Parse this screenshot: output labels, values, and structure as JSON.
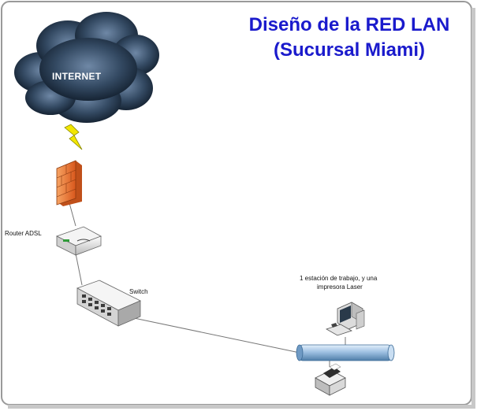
{
  "title": {
    "line1": "Diseño de la RED LAN",
    "line2": "(Sucursal Miami)"
  },
  "nodes": {
    "internet": "INTERNET",
    "router": "Router ADSL",
    "switch": "Switch",
    "workstation_line1": "1  estación de trabajo, y una",
    "workstation_line2": "impresora Laser"
  },
  "colors": {
    "title": "#1a1acc",
    "cloud": "#2b3f55",
    "firewall": "#e8742a",
    "lightning": "#f2e600",
    "bus": "#9fc1e3"
  }
}
